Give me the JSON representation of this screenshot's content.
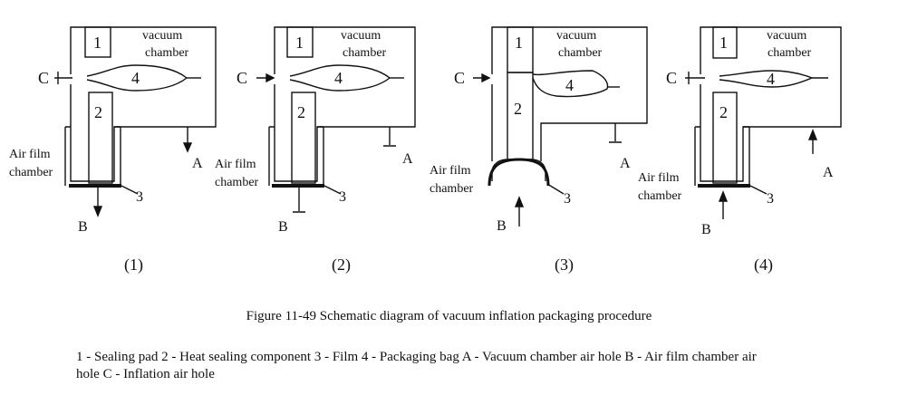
{
  "labels": {
    "vacuum": "vacuum",
    "chamber": "chamber",
    "air_film": "Air film",
    "chamber_word": "chamber",
    "n1": "1",
    "n2": "2",
    "n3": "3",
    "n4": "4",
    "A": "A",
    "B": "B",
    "C": "C"
  },
  "panels": [
    "(1)",
    "(2)",
    "(3)",
    "(4)"
  ],
  "caption": "Figure 11-49 Schematic diagram of vacuum inflation packaging procedure",
  "legend": "1 - Sealing pad 2 - Heat sealing component 3 - Film 4 - Packaging bag A - Vacuum chamber air hole B - Air film chamber air hole C - Inflation air hole"
}
